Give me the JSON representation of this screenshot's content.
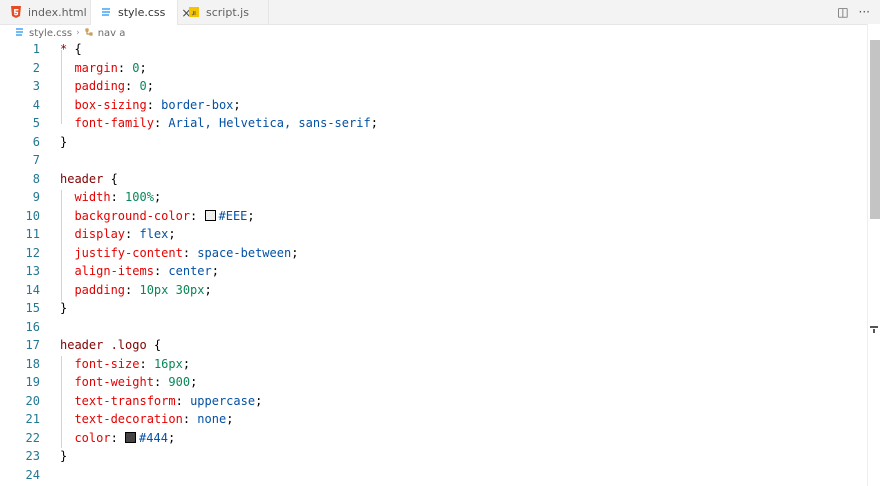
{
  "tabs": [
    {
      "label": "index.html",
      "icon": "html5-icon",
      "active": false
    },
    {
      "label": "style.css",
      "icon": "css-file-icon",
      "active": true,
      "close": "×"
    },
    {
      "label": "script.js",
      "icon": "js-file-icon",
      "active": false
    }
  ],
  "actions": {
    "split": "◫",
    "more": "···"
  },
  "breadcrumb": {
    "file": "style.css",
    "symbol": "nav a",
    "separator": "›"
  },
  "colors": {
    "swatch_eee": "#EEEEEE",
    "swatch_444": "#444444"
  },
  "lines": [
    {
      "n": "1"
    },
    {
      "n": "2"
    },
    {
      "n": "3"
    },
    {
      "n": "4"
    },
    {
      "n": "5"
    },
    {
      "n": "6"
    },
    {
      "n": "7"
    },
    {
      "n": "8"
    },
    {
      "n": "9"
    },
    {
      "n": "10"
    },
    {
      "n": "11"
    },
    {
      "n": "12"
    },
    {
      "n": "13"
    },
    {
      "n": "14"
    },
    {
      "n": "15"
    },
    {
      "n": "16"
    },
    {
      "n": "17"
    },
    {
      "n": "18"
    },
    {
      "n": "19"
    },
    {
      "n": "20"
    },
    {
      "n": "21"
    },
    {
      "n": "22"
    },
    {
      "n": "23"
    },
    {
      "n": "24"
    }
  ],
  "code": {
    "l1_sel": "*",
    "l1_brace": " {",
    "l2_prop": "margin",
    "l2_val": "0",
    "l3_prop": "padding",
    "l3_val": "0",
    "l4_prop": "box-sizing",
    "l4_val": "border-box",
    "l5_prop": "font-family",
    "l5_val": "Arial, Helvetica, sans-serif",
    "l6_brace": "}",
    "l8_sel": "header",
    "l8_brace": " {",
    "l9_prop": "width",
    "l9_val": "100%",
    "l10_prop": "background-color",
    "l10_val": "#EEE",
    "l11_prop": "display",
    "l11_val": "flex",
    "l12_prop": "justify-content",
    "l12_val": "space-between",
    "l13_prop": "align-items",
    "l13_val": "center",
    "l14_prop": "padding",
    "l14_val": "10px 30px",
    "l15_brace": "}",
    "l17_sel": "header .logo",
    "l17_brace": " {",
    "l18_prop": "font-size",
    "l18_val": "16px",
    "l19_prop": "font-weight",
    "l19_val": "900",
    "l20_prop": "text-transform",
    "l20_val": "uppercase",
    "l21_prop": "text-decoration",
    "l21_val": "none",
    "l22_prop": "color",
    "l22_val": "#444",
    "l23_brace": "}"
  }
}
